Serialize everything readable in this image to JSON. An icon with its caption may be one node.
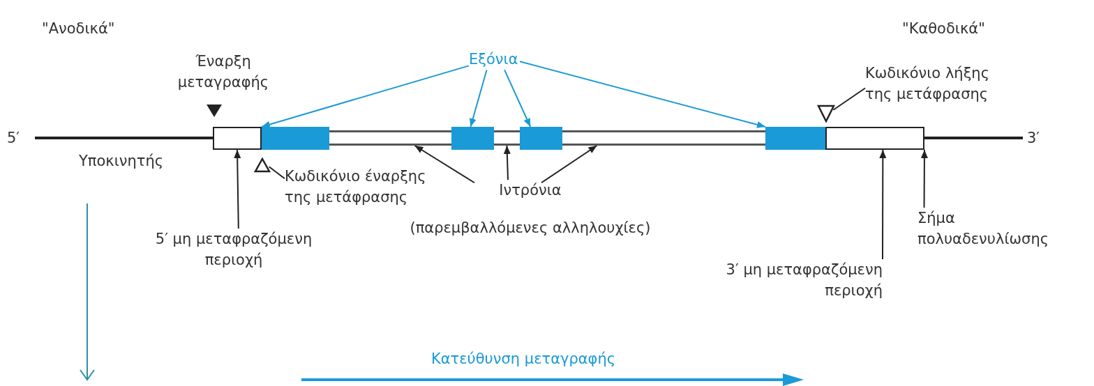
{
  "diagram": {
    "nodes": [
      {
        "text": [
          "Εξόνια"
        ]
      },
      {
        "text": [],
        "shape": "box"
      },
      {
        "text": [],
        "shape": "bar"
      },
      {
        "text": [],
        "shape": "bar"
      },
      {
        "text": [],
        "shape": "bar"
      },
      {
        "text": [],
        "shape": "bar"
      },
      {
        "text": [],
        "shape": "bar"
      },
      {
        "text": [],
        "shape": "bar"
      },
      {
        "text": [],
        "shape": "bar"
      },
      {
        "text": [],
        "shape": "box"
      },
      {
        "text": [],
        "shape": "triangle"
      },
      {
        "text": [],
        "shape": "triangle"
      },
      {
        "text": [
          "Κωδικόνιο λήξης της μετάφρασης"
        ]
      },
      {
        "text": [
          "Κωδικόνιο έναρξης της μετάφρασης"
        ]
      },
      {
        "text": [
          "Ιντρόνια",
          "(παρεμβαλλόμενες αλληλουχίες)"
        ]
      },
      {
        "text": [
          "5′ μη μεταφραζόμενη περιοχή"
        ]
      },
      {
        "text": [
          "3′ μη μεταφραζόμενη περιοχή"
        ]
      },
      {
        "text": [
          "Σήμα πολυαδενυλίωσης"
        ]
      }
    ],
    "edges": [
      {
        "from": 0,
        "to": 2,
        "arrow": "to",
        "color": "#1a9ad6"
      },
      {
        "from": 0,
        "to": 4,
        "arrow": "to",
        "color": "#1a9ad6"
      },
      {
        "from": 0,
        "to": 6,
        "arrow": "to",
        "color": "#1a9ad6"
      },
      {
        "from": 0,
        "to": 8,
        "arrow": "to",
        "color": "#1a9ad6"
      },
      {
        "from": 13,
        "to": 10,
        "arrow": "none"
      },
      {
        "from": 12,
        "to": 11,
        "arrow": "none"
      },
      {
        "from": 14,
        "to": 3,
        "arrow": "to"
      },
      {
        "from": 14,
        "to": 5,
        "arrow": "to"
      },
      {
        "from": 14,
        "to": 7,
        "arrow": "to"
      },
      {
        "from": 15,
        "to": 1,
        "arrow": "to"
      },
      {
        "from": 16,
        "to": 9,
        "arrow": "to"
      },
      {
        "from": 17,
        "to": 9,
        "arrow": "to"
      }
    ],
    "labels": [
      "\"Ανοδικά\"",
      "\"Καθοδικά\"",
      "Έναρξη μεταγραφής",
      "5′",
      "3′",
      "Υποκινητής",
      "Κατεύθυνση μεταγραφής"
    ]
  }
}
